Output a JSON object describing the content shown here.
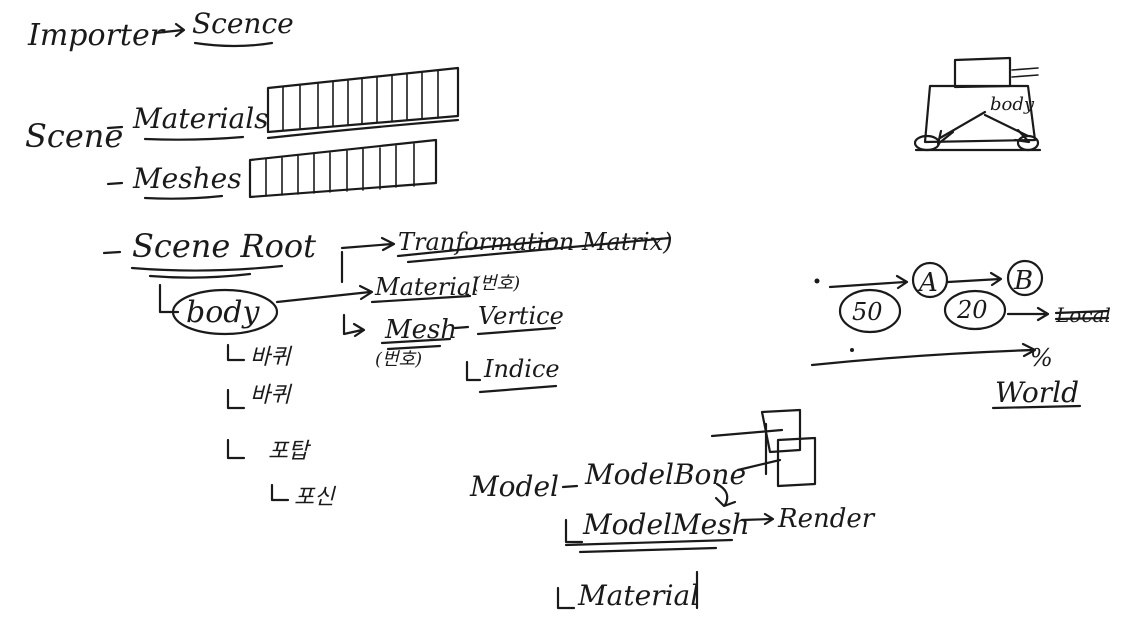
{
  "header": {
    "importer": "Importer",
    "scene": "Scence"
  },
  "scene_tree": {
    "root": "Scene",
    "materials": "Materials",
    "meshes": "Meshes",
    "scene_root": "Scene Root",
    "body": "body",
    "child_1": "바퀴",
    "child_2": "바퀴",
    "child_3": "포탑",
    "child_4": "포신",
    "transformation": "Tranformation Matrix)",
    "material": "Material",
    "material_index": "(번호)",
    "mesh": "Mesh",
    "mesh_index": "(번호)",
    "vertice": "Vertice",
    "indice": "Indice"
  },
  "model": {
    "model": "Model",
    "model_bone": "ModelBone",
    "model_mesh": "ModelMesh",
    "render": "Render",
    "material": "Material"
  },
  "sketch": {
    "body": "body"
  },
  "transform_chain": {
    "a": "A",
    "b": "B",
    "a_value": "50",
    "b_value": "20",
    "local": "Local",
    "percent": "%",
    "world": "World"
  }
}
